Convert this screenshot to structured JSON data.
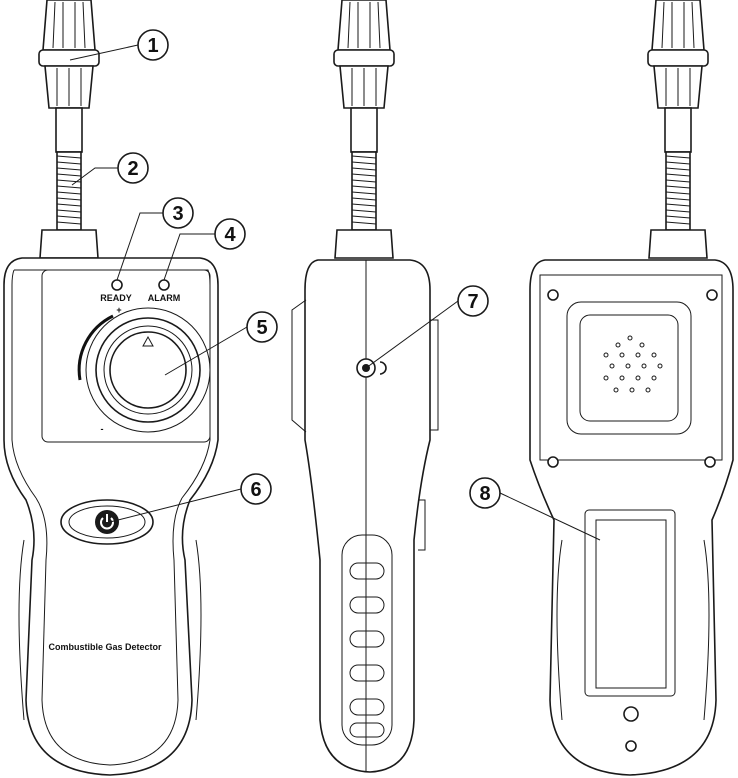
{
  "front": {
    "ready_label": "READY",
    "alarm_label": "ALARM",
    "plus_label": "+",
    "minus_label": "-",
    "product_name": "Combustible Gas Detector"
  },
  "callouts": [
    "1",
    "2",
    "3",
    "4",
    "5",
    "6",
    "7",
    "8"
  ]
}
